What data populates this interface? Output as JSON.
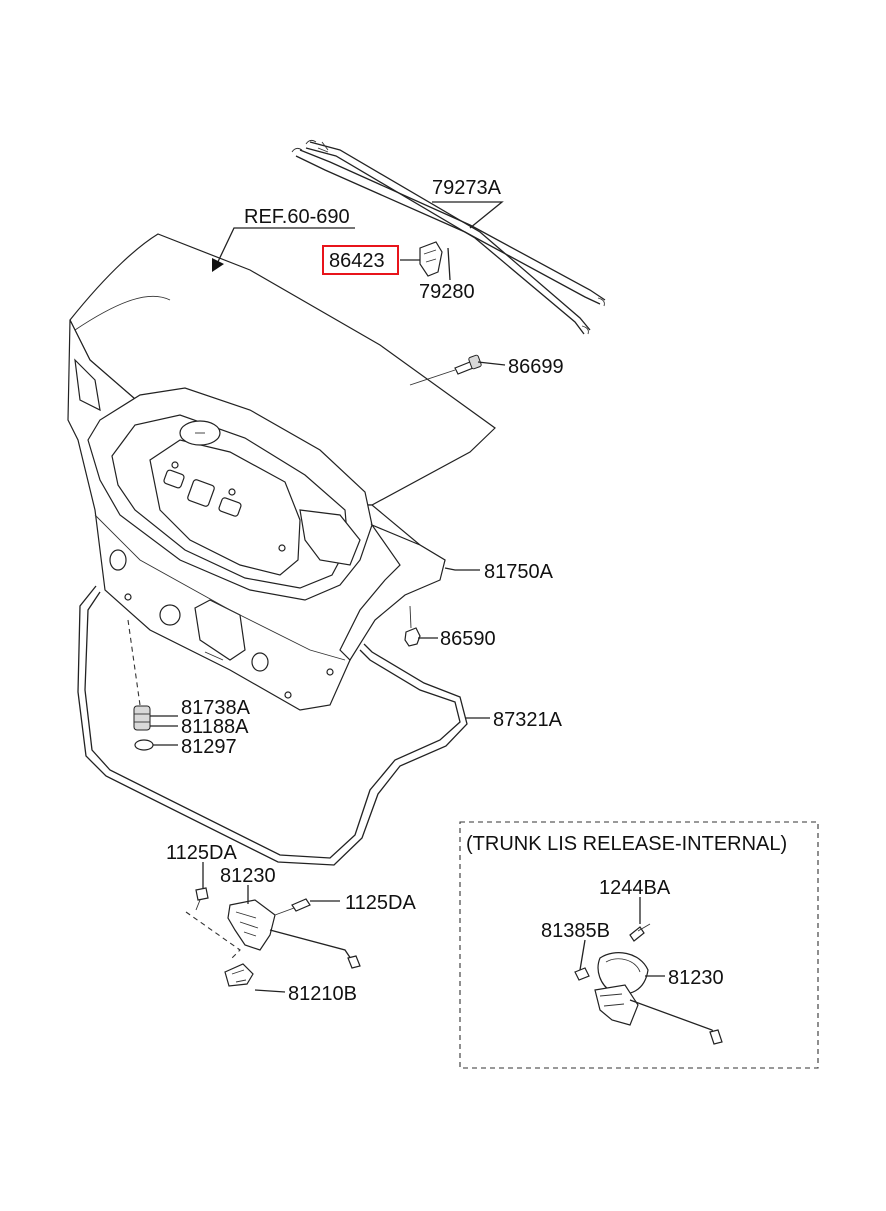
{
  "labels": {
    "ref": "REF.60-690",
    "p79273A": "79273A",
    "p86423": "86423",
    "p79280": "79280",
    "p86699": "86699",
    "p81750A": "81750A",
    "p86590": "86590",
    "p81738A": "81738A",
    "p81188A": "81188A",
    "p81297": "81297",
    "p87321A": "87321A",
    "p1125DA_a": "1125DA",
    "p81230_a": "81230",
    "p1125DA_b": "1125DA",
    "p81210B": "81210B"
  },
  "inset": {
    "title": "(TRUNK LIS RELEASE-INTERNAL)",
    "p1244BA": "1244BA",
    "p81385B": "81385B",
    "p81230": "81230"
  },
  "highlight_color": "#e8141b"
}
